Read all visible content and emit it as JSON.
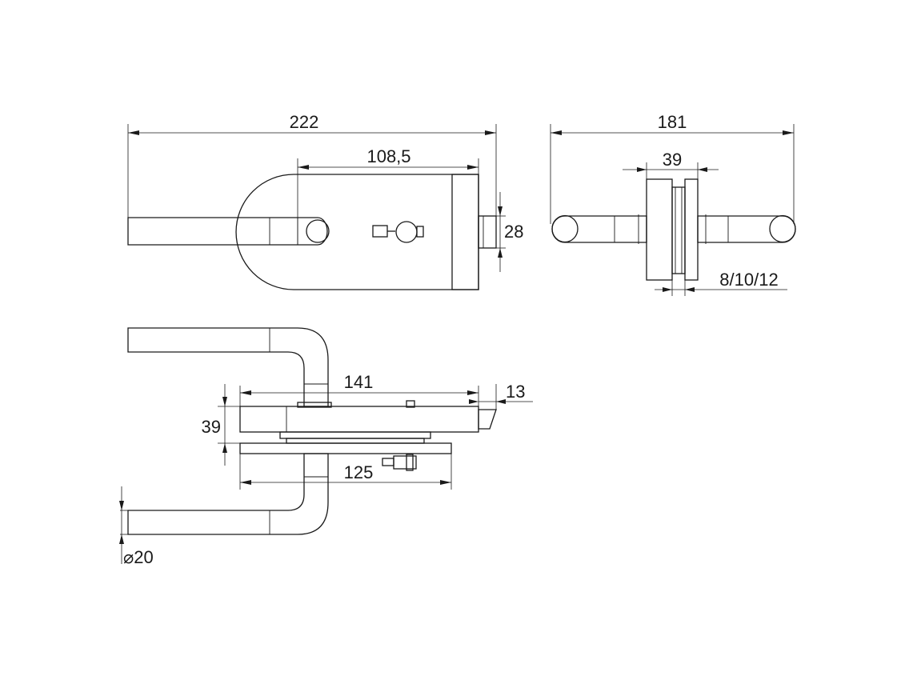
{
  "drawing": {
    "line_color": "#1a1a1a",
    "background": "#ffffff",
    "front_view": {
      "overall_width": "222",
      "axis_to_end": "108,5",
      "bolt_height": "28"
    },
    "side_view": {
      "overall_width": "181",
      "rosette": "39",
      "glass_thickness": "8/10/12"
    },
    "top_view": {
      "body_length": "141",
      "bolt_projection": "13",
      "body_height": "39",
      "plate_length": "125",
      "handle_diameter": "⌀20"
    }
  }
}
